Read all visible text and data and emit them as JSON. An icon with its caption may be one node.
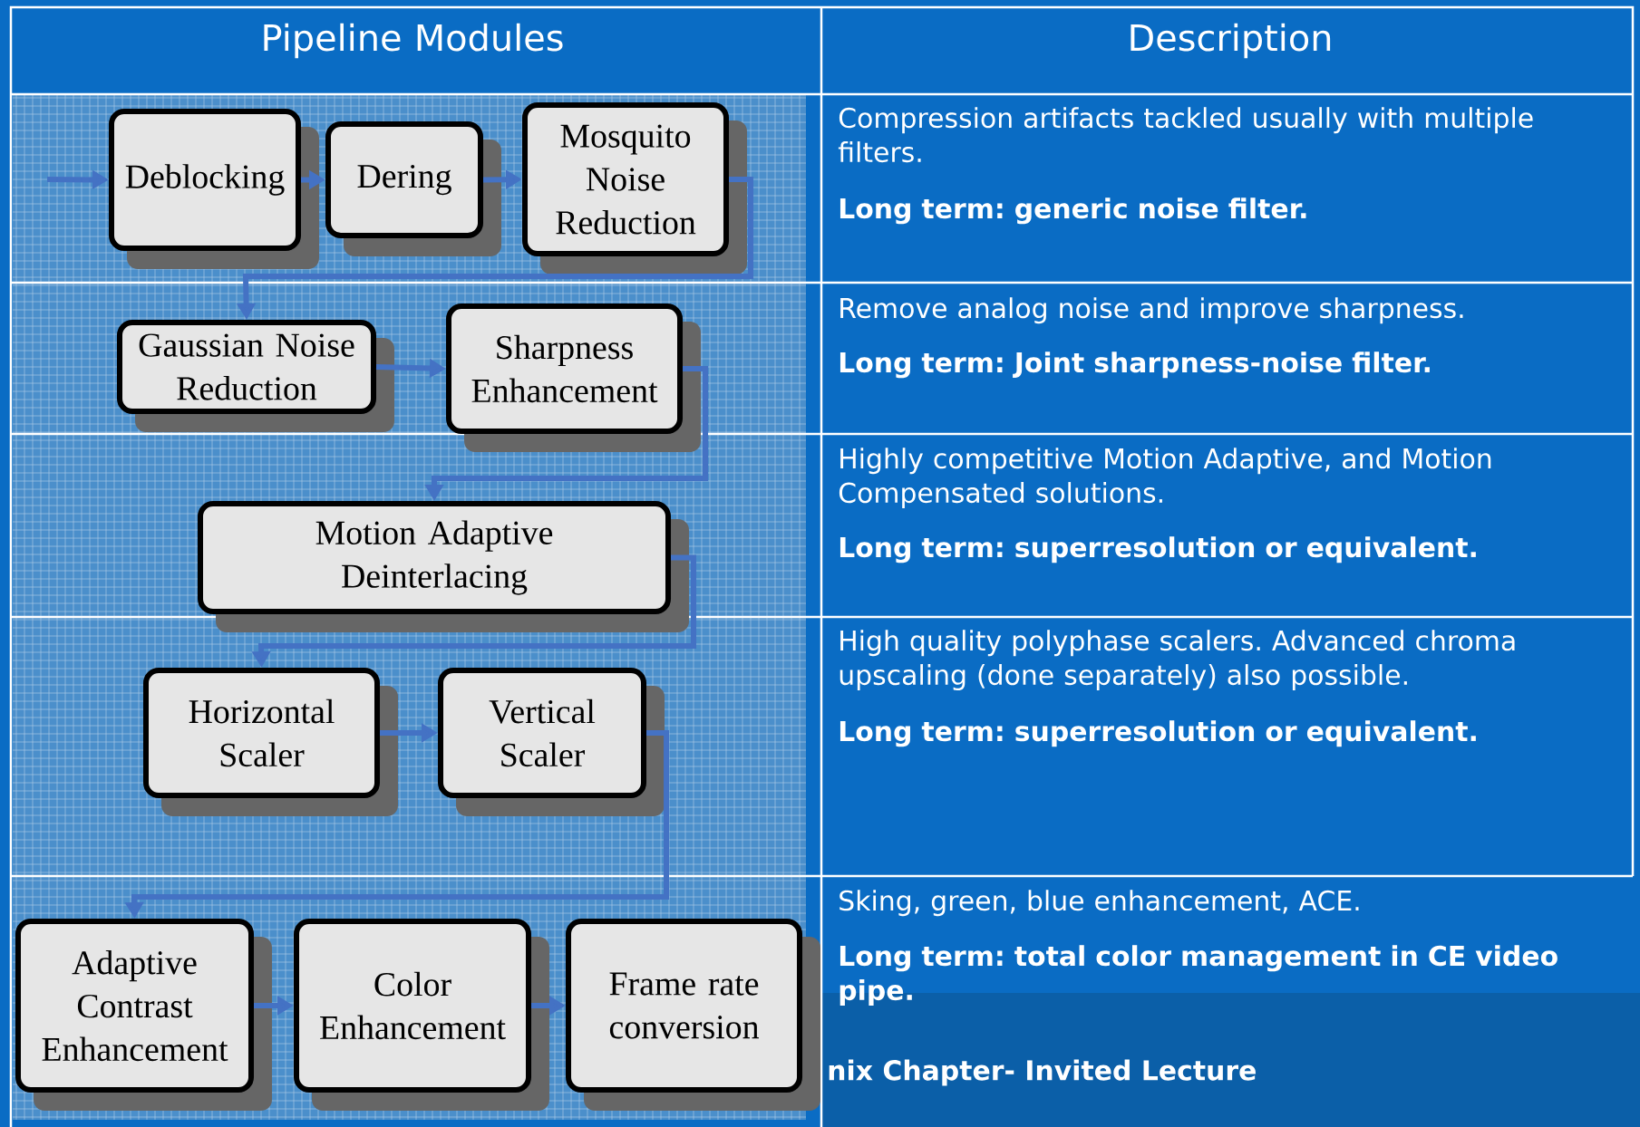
{
  "diagram": {
    "nodes": [
      {
        "text": [
          "Deblocking"
        ]
      },
      {
        "text": [
          "Dering"
        ]
      },
      {
        "text": [
          "Mosquito Noise Reduction"
        ]
      },
      {
        "text": [
          "Gaussian Noise Reduction"
        ]
      },
      {
        "text": [
          "Sharpness Enhancement"
        ]
      },
      {
        "text": [
          "Motion Adaptive Deinterlacing"
        ]
      },
      {
        "text": [
          "Horizontal Scaler"
        ]
      },
      {
        "text": [
          "Vertical Scaler"
        ]
      },
      {
        "text": [
          "Adaptive Contrast Enhancement"
        ]
      },
      {
        "text": [
          "Color Enhancement"
        ]
      },
      {
        "text": [
          "Frame rate conversion"
        ]
      }
    ],
    "edges": [
      {
        "from": null,
        "to": 0,
        "arrow": "to"
      },
      {
        "from": 0,
        "to": 1,
        "arrow": "to"
      },
      {
        "from": 1,
        "to": 2,
        "arrow": "to"
      },
      {
        "from": 2,
        "to": 3,
        "arrow": "to"
      },
      {
        "from": 3,
        "to": 4,
        "arrow": "to"
      },
      {
        "from": 4,
        "to": 5,
        "arrow": "to"
      },
      {
        "from": 5,
        "to": 6,
        "arrow": "to"
      },
      {
        "from": 6,
        "to": 7,
        "arrow": "to"
      },
      {
        "from": 7,
        "to": 8,
        "arrow": "to"
      },
      {
        "from": 8,
        "to": 9,
        "arrow": "to"
      },
      {
        "from": 9,
        "to": 10,
        "arrow": "to"
      }
    ],
    "labels": [
      "Pipeline Modules",
      "Description",
      "Compression artifacts tackled usually with multiple filters.",
      "Long term: generic noise filter.",
      "Remove analog noise and improve sharpness.",
      "Long term: Joint  sharpness-noise filter.",
      "Highly competitive Motion Adaptive, and Motion Compensated solutions.",
      "Long term: superresolution or equivalent.",
      "High quality polyphase scalers. Advanced chroma upscaling (done separately) also possible.",
      "Long term: superresolution or equivalent.",
      "Sking, green, blue enhancement, ACE.",
      "Long term: total color management in CE video pipe.",
      "nix Chapter- Invited Lecture"
    ]
  }
}
